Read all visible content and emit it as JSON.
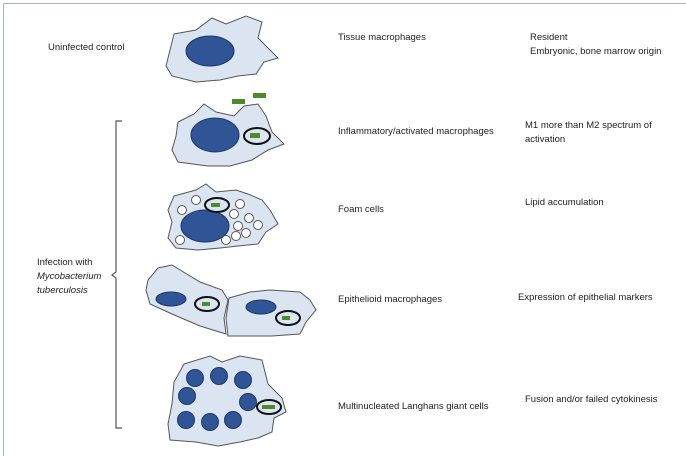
{
  "left_labels": {
    "uninfected": "Uninfected control",
    "infection_line1": "Infection with",
    "infection_line2": "Mycobacterium",
    "infection_line3": "tuberculosis"
  },
  "rows": [
    {
      "cell": "Tissue macrophages",
      "notes": [
        "Resident",
        "Embryonic,  bone marrow origin"
      ]
    },
    {
      "cell": "Inflammatory/activated macrophages",
      "notes": [
        "M1 more than M2 spectrum of",
        "activation"
      ]
    },
    {
      "cell": "Foam cells",
      "notes": [
        "Lipid accumulation"
      ]
    },
    {
      "cell": "Epithelioid macrophages",
      "notes": [
        "Expression of epithelial markers"
      ]
    },
    {
      "cell": "Multinucleated  Langhans giant cells",
      "notes": [
        "Fusion and/or failed cytokinesis"
      ]
    }
  ],
  "colors": {
    "cytoplasm": "#dbe5f1",
    "nucleus": "#2f5597",
    "bacteria": "#4f8a2a",
    "outline": "#555555"
  }
}
